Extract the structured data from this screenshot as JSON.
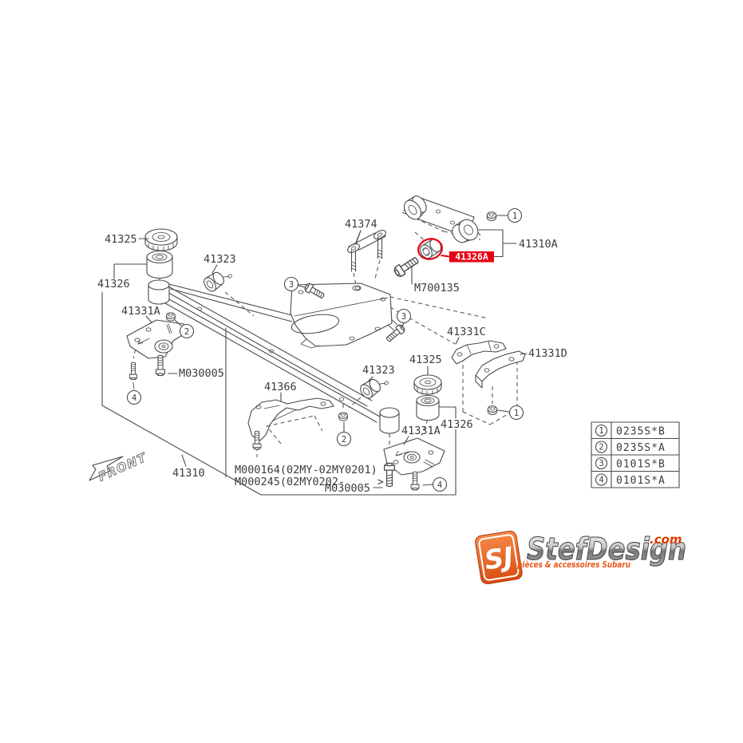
{
  "colors": {
    "highlight_red": "#e60012",
    "line_gray": "#4a4a4a",
    "logo_orange": "#e8581c",
    "logo_red": "#e03a00"
  },
  "labels": {
    "part_41325_top": "41325",
    "part_41323_top": "41323",
    "part_41326_top": "41326",
    "part_41331a_top": "41331A",
    "part_m030005_top": "M030005",
    "part_41374": "41374",
    "part_41310a": "41310A",
    "part_41326a": "41326A",
    "part_m700135": "M700135",
    "part_41331c": "41331C",
    "part_41331d": "41331D",
    "part_41325_mid": "41325",
    "part_41323_mid": "41323",
    "part_41326_mid": "41326",
    "part_41331a_mid": "41331A",
    "part_41366": "41366",
    "part_m000164": "M000164(02MY-02MY0201)",
    "part_m000245": "M000245(02MY0202-     >",
    "part_m030005_bottom": "M030005",
    "part_41310": "41310",
    "front_label": "FRONT"
  },
  "callouts": {
    "n1": "1",
    "n2": "2",
    "n3": "3",
    "n4": "4"
  },
  "legend": {
    "rows": [
      {
        "num": "1",
        "code": "0235S*B"
      },
      {
        "num": "2",
        "code": "0235S*A"
      },
      {
        "num": "3",
        "code": "0101S*B"
      },
      {
        "num": "4",
        "code": "0101S*A"
      }
    ]
  },
  "logo": {
    "monogram": "SJ",
    "wordmark": "StefDesign",
    "tld": ".com",
    "tagline": "pièces & accessoires Subaru"
  }
}
